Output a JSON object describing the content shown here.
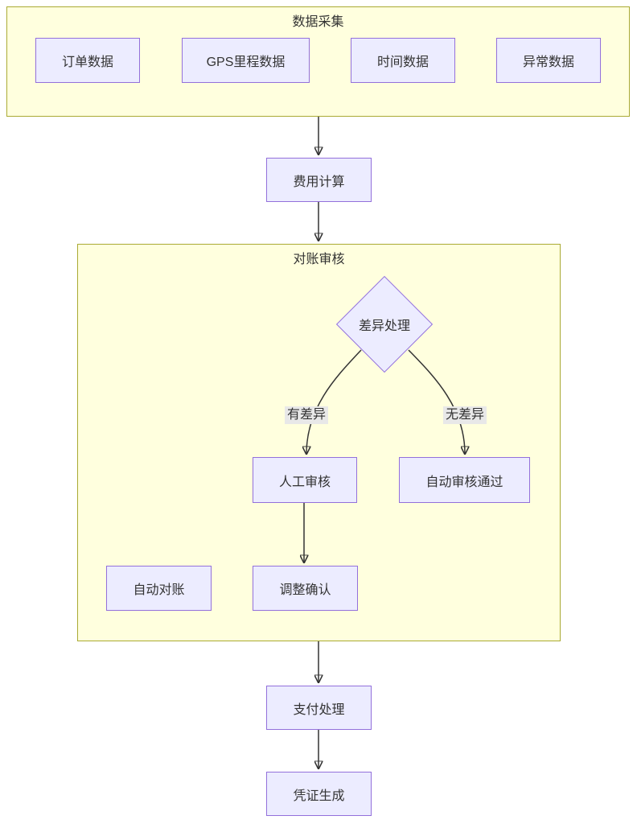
{
  "flowchart": {
    "clusters": {
      "collection": {
        "title": "数据采集",
        "nodes": {
          "order": "订单数据",
          "gps": "GPS里程数据",
          "time": "时间数据",
          "anomaly": "异常数据"
        }
      },
      "review": {
        "title": "对账审核",
        "decision": "差异处理",
        "edge_labels": {
          "has_diff": "有差异",
          "no_diff": "无差异"
        },
        "nodes": {
          "manual_review": "人工审核",
          "auto_pass": "自动审核通过",
          "auto_reconcile": "自动对账",
          "adjust_confirm": "调整确认"
        }
      }
    },
    "nodes": {
      "fee_calc": "费用计算",
      "payment": "支付处理",
      "voucher": "凭证生成"
    },
    "colors": {
      "node_fill": "#ececff",
      "node_border": "#9370db",
      "cluster_fill": "#ffffde",
      "cluster_border": "#aaaa33",
      "edge": "#333333",
      "edge_label_bg": "#e8e8e8",
      "text": "#333333",
      "background": "#ffffff"
    }
  }
}
